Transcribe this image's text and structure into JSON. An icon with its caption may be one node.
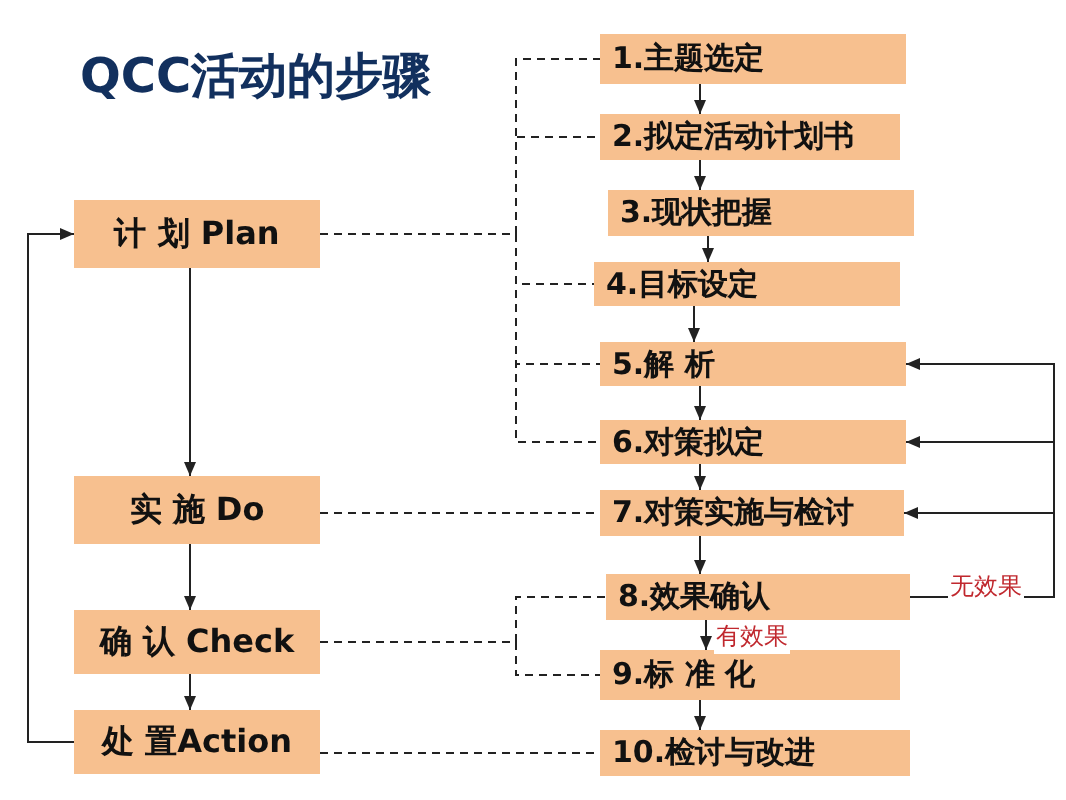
{
  "diagram": {
    "title": "QCC活动的步骤",
    "nodes": [
      {
        "text": [
          "计 划 Plan"
        ]
      },
      {
        "text": [
          "实 施 Do"
        ]
      },
      {
        "text": [
          "确 认 Check"
        ]
      },
      {
        "text": [
          "处 置Action"
        ]
      },
      {
        "text": [
          "1.主题选定"
        ]
      },
      {
        "text": [
          "2.拟定活动计划书"
        ]
      },
      {
        "text": [
          "3.现状把握"
        ]
      },
      {
        "text": [
          "4.目标设定"
        ]
      },
      {
        "text": [
          "5.解 析"
        ]
      },
      {
        "text": [
          "6.对策拟定"
        ]
      },
      {
        "text": [
          "7.对策实施与检讨"
        ]
      },
      {
        "text": [
          "8.效果确认"
        ]
      },
      {
        "text": [
          "9.标 准 化"
        ]
      },
      {
        "text": [
          "10.检讨与改进"
        ]
      }
    ],
    "edges": [
      {
        "from": 0,
        "to": 1,
        "arrow": "to"
      },
      {
        "from": 1,
        "to": 2,
        "arrow": "to"
      },
      {
        "from": 2,
        "to": 3,
        "arrow": "to"
      },
      {
        "from": 3,
        "to": 0,
        "arrow": "to"
      },
      {
        "from": 4,
        "to": 5,
        "arrow": "to"
      },
      {
        "from": 5,
        "to": 6,
        "arrow": "to"
      },
      {
        "from": 6,
        "to": 7,
        "arrow": "to"
      },
      {
        "from": 7,
        "to": 8,
        "arrow": "to"
      },
      {
        "from": 8,
        "to": 9,
        "arrow": "to"
      },
      {
        "from": 9,
        "to": 10,
        "arrow": "to"
      },
      {
        "from": 10,
        "to": 11,
        "arrow": "to"
      },
      {
        "from": 11,
        "to": 12,
        "arrow": "to",
        "label": "有效果"
      },
      {
        "from": 12,
        "to": 13,
        "arrow": "to"
      },
      {
        "from": 11,
        "to": 8,
        "arrow": "to",
        "label": "无效果"
      },
      {
        "from": 11,
        "to": 9,
        "arrow": "to"
      },
      {
        "from": 11,
        "to": 10,
        "arrow": "to"
      },
      {
        "from": 0,
        "to": 4,
        "arrow": "none",
        "style": "dashed"
      },
      {
        "from": 0,
        "to": 5,
        "arrow": "none",
        "style": "dashed"
      },
      {
        "from": 0,
        "to": 7,
        "arrow": "none",
        "style": "dashed"
      },
      {
        "from": 0,
        "to": 8,
        "arrow": "none",
        "style": "dashed"
      },
      {
        "from": 0,
        "to": 9,
        "arrow": "none",
        "style": "dashed"
      },
      {
        "from": 1,
        "to": 10,
        "arrow": "none",
        "style": "dashed"
      },
      {
        "from": 2,
        "to": 11,
        "arrow": "none",
        "style": "dashed"
      },
      {
        "from": 2,
        "to": 12,
        "arrow": "none",
        "style": "dashed"
      },
      {
        "from": 3,
        "to": 13,
        "arrow": "none",
        "style": "dashed"
      }
    ]
  }
}
